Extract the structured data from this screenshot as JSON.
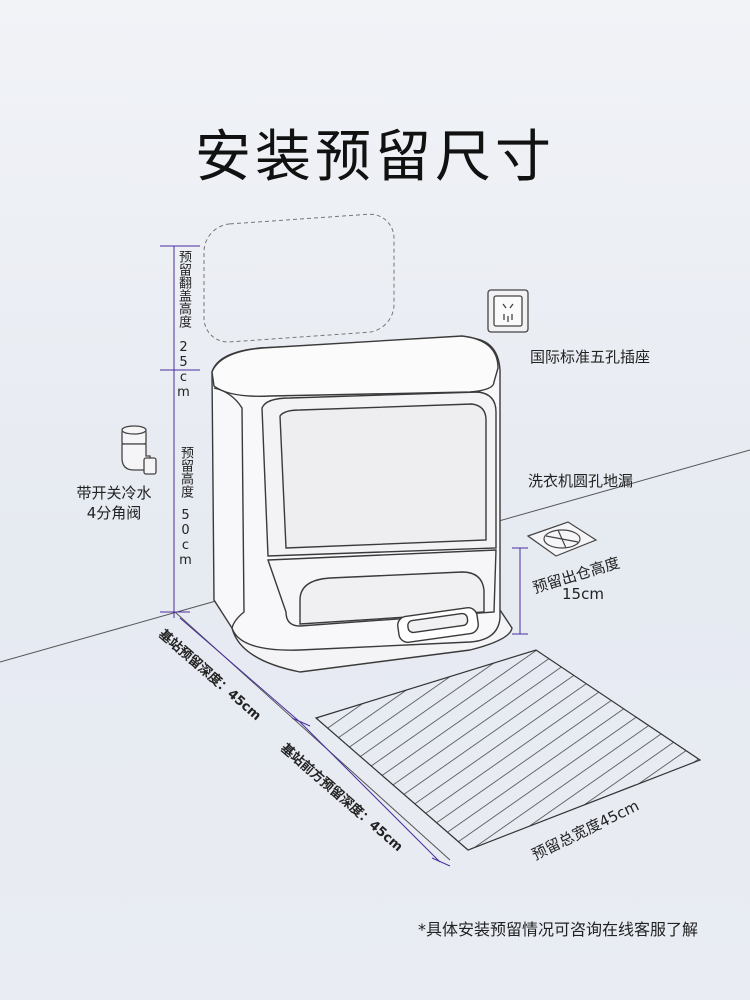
{
  "title": "安装预留尺寸",
  "labels": {
    "lid_height_a": "预留翻盖高度",
    "lid_height_b": "25cm",
    "height_a": "预留高度",
    "height_b": "50cm",
    "socket": "国际标准五孔插座",
    "drain": "洗衣机圆孔地漏",
    "valve_a": "带开关冷水",
    "valve_b": "4分角阀",
    "exit_height_a": "预留出仓高度",
    "exit_height_b": "15cm",
    "depth": "基站预留深度：45cm",
    "front_depth": "基站前方预留深度：45cm",
    "total_width": "预留总宽度45cm"
  },
  "footnote": "*具体安装预留情况可咨询在线客服了解",
  "colors": {
    "dimension_line": "#4b2e9e",
    "outline": "#3a3a3a"
  }
}
